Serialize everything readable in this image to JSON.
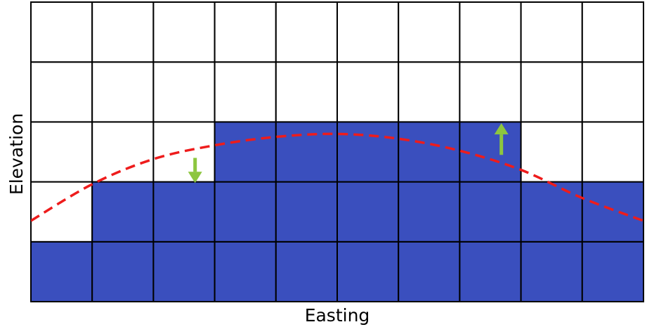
{
  "figure": {
    "xlabel": "Easting",
    "ylabel": "Elevation"
  },
  "grid": {
    "columns": 10,
    "rows": 5,
    "filled_color": "#3a4fbe",
    "empty_color": "#ffffff",
    "line_color": "#000000",
    "column_fill_heights": [
      1,
      2,
      2,
      3,
      3,
      3,
      3,
      3,
      2,
      2
    ]
  },
  "curve": {
    "style": "dashed",
    "color": "#ee1c1c",
    "points": [
      [
        0.0,
        1.35
      ],
      [
        1.0,
        1.96
      ],
      [
        2.0,
        2.38
      ],
      [
        3.0,
        2.61
      ],
      [
        4.0,
        2.75
      ],
      [
        5.0,
        2.8
      ],
      [
        6.0,
        2.72
      ],
      [
        7.0,
        2.52
      ],
      [
        8.0,
        2.2
      ],
      [
        9.0,
        1.73
      ],
      [
        10.0,
        1.35
      ]
    ]
  },
  "arrows": {
    "color": "#8dc63f",
    "items": [
      {
        "column": 2,
        "direction": "down",
        "from": 2.4,
        "to": 1.98
      },
      {
        "column": 7,
        "direction": "up",
        "from": 2.45,
        "to": 2.98
      }
    ]
  }
}
